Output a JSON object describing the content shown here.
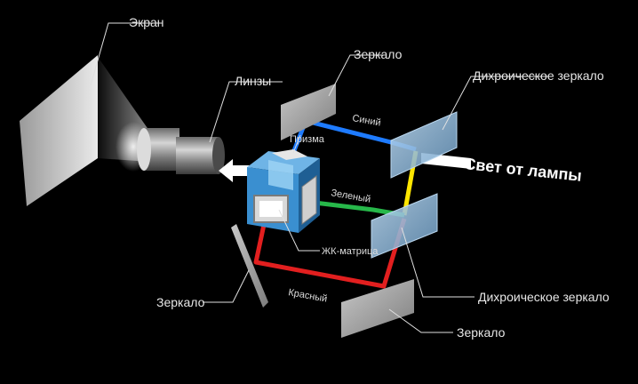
{
  "labels": {
    "screen": "Экран",
    "lenses": "Линзы",
    "mirror_top": "Зеркало",
    "dichroic_top": "Дихроическое зеркало",
    "blue": "Синий",
    "prism": "Призма",
    "lamp_light": "Свет от лампы",
    "green": "Зеленый",
    "lcd": "ЖК-матрица",
    "mirror_left": "Зеркало",
    "red": "Красный",
    "dichroic_bottom": "Дихроическое зеркало",
    "mirror_bottom": "Зеркало"
  },
  "colors": {
    "background": "#000000",
    "beam_blue": "#1e7bff",
    "beam_green": "#27b84a",
    "beam_red": "#e21f1f",
    "beam_yellow": "#ffe600",
    "beam_white": "#ffffff",
    "prism_blue": "#3a8fd0",
    "mirror_grey": "#9a9a9a",
    "dichroic_glass": "#8fb6d6"
  }
}
